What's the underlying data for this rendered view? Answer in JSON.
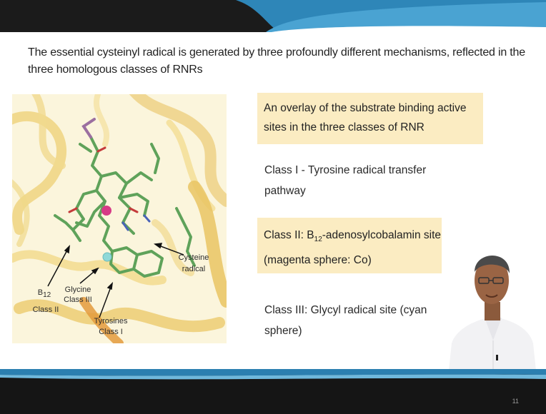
{
  "slide": {
    "title": "The essential cysteinyl radical is generated by three profoundly different mechanisms, reflected in the three homologous classes of RNRs",
    "slide_number": "11",
    "overlay_heading": "An overlay of the substrate binding active sites in the three classes of RNR",
    "class1": "Class I - Tyrosine radical transfer pathway",
    "class2": {
      "prefix": "Class II:  B",
      "subscript": "12",
      "rest": "-adenosylcobalamin site (magenta sphere: Co)"
    },
    "class3": "Class III: Glycyl radical site (cyan sphere)"
  },
  "figure": {
    "labels": {
      "b12_prefix": "B",
      "b12_sub": "12",
      "b12_class": "Class II",
      "glycine": "Glycine",
      "glycine_class": "Class III",
      "tyrosines": "Tyrosines",
      "tyrosines_class": "Class I",
      "cysteine": "Cysteine",
      "cysteine_radical": "radical"
    }
  },
  "colors": {
    "highlight_box": "#fbecc2",
    "top_accent": "#2e86b8",
    "molecule_green": "#5fa25a",
    "magenta_sphere": "#d63a86",
    "cyan_sphere": "#8fd8d8",
    "ribbon_yellow": "#f3d873"
  }
}
